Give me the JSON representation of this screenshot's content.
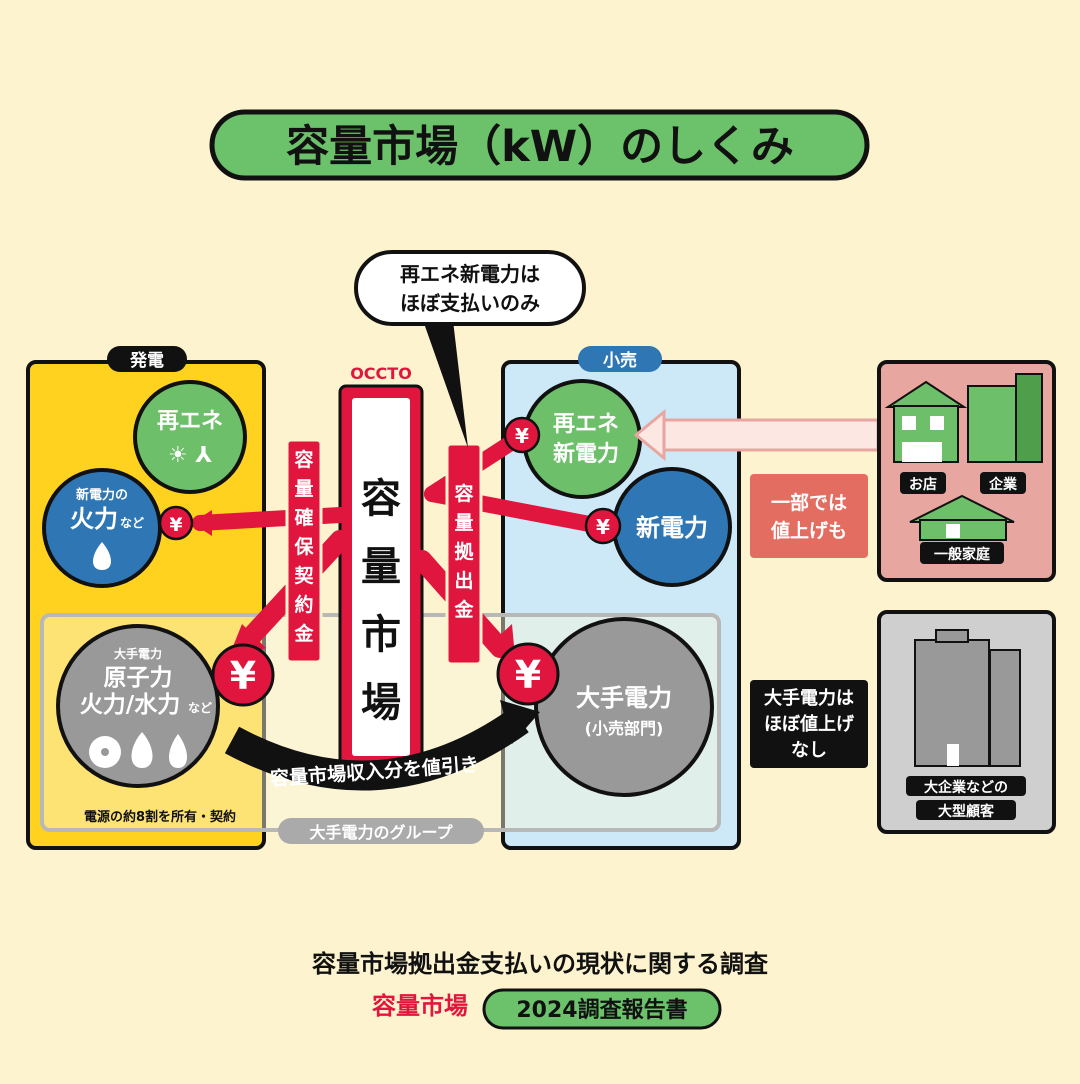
{
  "title": "容量市場（kW）のしくみ",
  "callout": {
    "line1": "再エネ新電力は",
    "line2": "ほぼ支払いのみ"
  },
  "generation": {
    "label": "発電",
    "renewable": "再エネ",
    "renewable_icons": "☀ ⅄",
    "thermal_line1": "新電力の",
    "thermal_line2": "火力",
    "thermal_suffix": "など",
    "major_small": "大手電力",
    "major_line1": "原子力",
    "major_line2": "火力/水力",
    "major_suffix": "など",
    "share_note": "電源の約8割を所有・契約"
  },
  "occto": {
    "label": "OCCTO",
    "market_chars": [
      "容",
      "量",
      "市",
      "場"
    ],
    "contract_fee_chars": [
      "容",
      "量",
      "確",
      "保",
      "契",
      "約",
      "金"
    ],
    "contribution_chars": [
      "容",
      "量",
      "拠",
      "出",
      "金"
    ]
  },
  "retail": {
    "label": "小売",
    "renewable_line1": "再エネ",
    "renewable_line2": "新電力",
    "new_power": "新電力",
    "major_line1": "大手電力",
    "major_line2": "(小売部門)"
  },
  "group_label": "大手電力のグループ",
  "discount_label": "容量市場収入分を値引き",
  "yen": "¥",
  "customers": {
    "shop": "お店",
    "company": "企業",
    "household": "一般家庭",
    "price_note_line1": "一部では",
    "price_note_line2": "値上げも",
    "major_note_line1": "大手電力は",
    "major_note_line2": "ほぼ値上げ",
    "major_note_line3": "なし",
    "big_customer_line1": "大企業などの",
    "big_customer_line2": "大型顧客"
  },
  "footer": {
    "survey": "容量市場拠出金支払いの現状に関する調査",
    "brand": "容量市場",
    "report": "2024調査報告書"
  },
  "colors": {
    "background": "#fdf4cf",
    "title_green": "#6cc26b",
    "gen_yellow": "#ffd21f",
    "retail_blue": "#cde9f7",
    "occto_red": "#e0163e",
    "renewable_green": "#6dbf69",
    "newpower_blue": "#2f77b4",
    "major_gray": "#999999",
    "customer_pink": "#e8a6a0",
    "price_note_red": "#e46d61"
  }
}
